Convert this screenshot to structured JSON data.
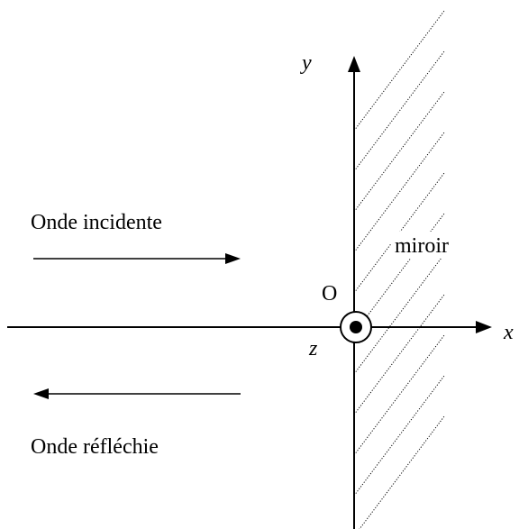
{
  "labels": {
    "axis_y": "y",
    "axis_x": "x",
    "axis_z": "z",
    "origin": "O",
    "mirror": "miroir",
    "incident_wave": "Onde incidente",
    "reflected_wave": "Onde réfléchie"
  },
  "colors": {
    "stroke": "#000000",
    "hatch": "#000000",
    "background": "#ffffff"
  },
  "icons": {
    "origin_marker": "out-of-plane-dot-icon"
  }
}
